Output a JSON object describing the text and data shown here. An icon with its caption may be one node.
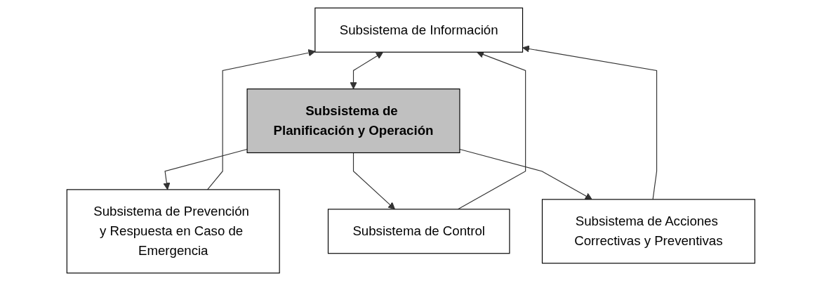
{
  "diagram": {
    "nodes": [
      {
        "text": [
          "Subsistema de Información"
        ]
      },
      {
        "text": [
          "Subsistema de Planificación y Operación"
        ]
      },
      {
        "text": [
          "Subsistema de Prevención y Respuesta en Caso de Emergencia"
        ]
      },
      {
        "text": [
          "Subsistema de Control"
        ]
      },
      {
        "text": [
          "Subsistema de Acciones Correctivas y Preventivas"
        ]
      }
    ],
    "edges": [
      {
        "from": 0,
        "to": 1,
        "arrow": "both"
      },
      {
        "from": 1,
        "to": 2,
        "arrow": "to"
      },
      {
        "from": 2,
        "to": 0,
        "arrow": "to"
      },
      {
        "from": 1,
        "to": 3,
        "arrow": "to"
      },
      {
        "from": 1,
        "to": 4,
        "arrow": "to"
      },
      {
        "from": 3,
        "to": 0,
        "arrow": "to"
      },
      {
        "from": 4,
        "to": 0,
        "arrow": "to"
      }
    ]
  }
}
